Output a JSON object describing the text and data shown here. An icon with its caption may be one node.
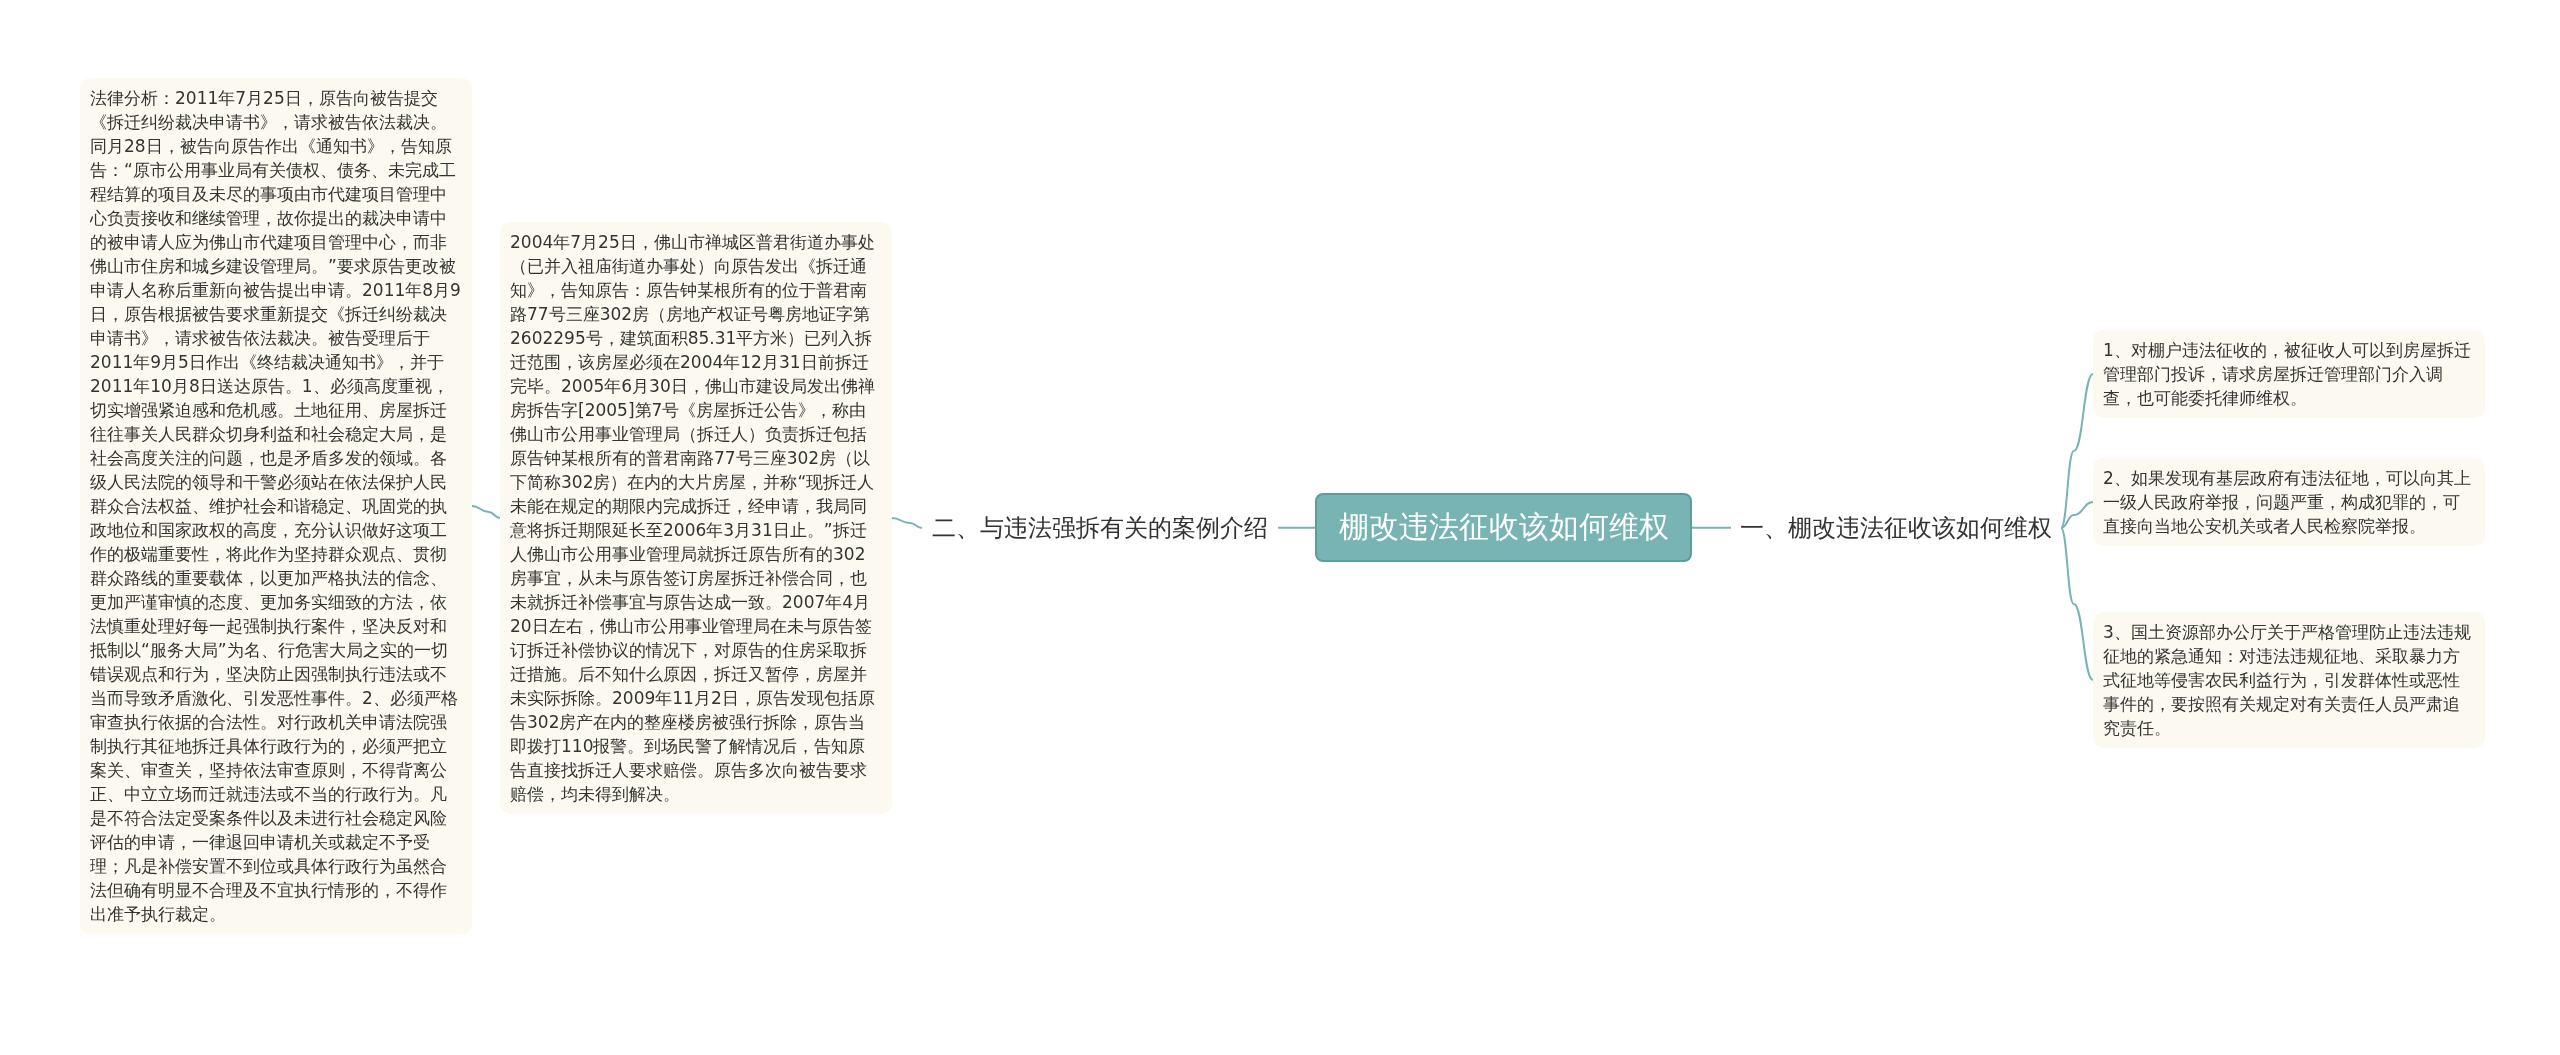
{
  "diagram": {
    "nodes": [
      {
        "text": [
          "棚改违法征收该如何维权"
        ]
      },
      {
        "text": [
          "一、棚改违法征收该如何维权"
        ]
      },
      {
        "text": [
          "1、对棚户违法征收的，被征收人可以到房屋拆迁管理部门投诉，请求房屋拆迁管理部门介入调查，也可能委托律师维权。"
        ]
      },
      {
        "text": [
          "2、如果发现有基层政府有违法征地，可以向其上一级人民政府举报，问题严重，构成犯罪的，可直接向当地公安机关或者人民检察院举报。"
        ]
      },
      {
        "text": [
          "3、国土资源部办公厅关于严格管理防止违法违规征地的紧急通知：对违法违规征地、采取暴力方式征地等侵害农民利益行为，引发群体性或恶性事件的，要按照有关规定对有关责任人员严肃追究责任。"
        ]
      },
      {
        "text": [
          "二、与违法强拆有关的案例介绍"
        ]
      },
      {
        "text": [
          "2004年7月25日，佛山市禅城区普君街道办事处（已并入祖庙街道办事处）向原告发出《拆迁通知》，告知原告：原告钟某根所有的位于普君南路77号三座302房（房地产权证号粤房地证字第2602295号，建筑面积85.31平方米）已列入拆迁范围，该房屋必须在2004年12月31日前拆迁完毕。2005年6月30日，佛山市建设局发出佛禅房拆告字[2005]第7号《房屋拆迁公告》，称由佛山市公用事业管理局（拆迁人）负责拆迁包括原告钟某根所有的普君南路77号三座302房（以下简称302房）在内的大片房屋，并称“现拆迁人未能在规定的期限内完成拆迁，经申请，我局同意将拆迁期限延长至2006年3月31日止。”拆迁人佛山市公用事业管理局就拆迁原告所有的302房事宜，从未与原告签订房屋拆迁补偿合同，也未就拆迁补偿事宜与原告达成一致。2007年4月20日左右，佛山市公用事业管理局在未与原告签订拆迁补偿协议的情况下，对原告的住房采取拆迁措施。后不知什么原因，拆迁又暂停，房屋并未实际拆除。2009年11月2日，原告发现包括原告302房产在内的整座楼房被强行拆除，原告当即拨打110报警。到场民警了解情况后，告知原告直接找拆迁人要求赔偿。原告多次向被告要求赔偿，均未得到解决。"
        ]
      },
      {
        "text": [
          "法律分析：2011年7月25日，原告向被告提交《拆迁纠纷裁决申请书》，请求被告依法裁决。同月28日，被告向原告作出《通知书》，告知原告：“原市公用事业局有关债权、债务、未完成工程结算的项目及未尽的事项由市代建项目管理中心负责接收和继续管理，故你提出的裁决申请中的被申请人应为佛山市代建项目管理中心，而非佛山市住房和城乡建设管理局。”要求原告更改被申请人名称后重新向被告提出申请。2011年8月9日，原告根据被告要求重新提交《拆迁纠纷裁决申请书》，请求被告依法裁决。被告受理后于2011年9月5日作出《终结裁决通知书》，并于2011年10月8日送达原告。1、必须高度重视，切实增强紧迫感和危机感。土地征用、房屋拆迁往往事关人民群众切身利益和社会稳定大局，是社会高度关注的问题，也是矛盾多发的领域。各级人民法院的领导和干警必须站在依法保护人民群众合法权益、维护社会和谐稳定、巩固党的执政地位和国家政权的高度，充分认识做好这项工作的极端重要性，将此作为坚持群众观点、贯彻群众路线的重要载体，以更加严格执法的信念、更加严谨审慎的态度、更加务实细致的方法，依法慎重处理好每一起强制执行案件，坚决反对和抵制以“服务大局”为名、行危害大局之实的一切错误观点和行为，坚决防止因强制执行违法或不当而导致矛盾激化、引发恶性事件。2、必须严格审查执行依据的合法性。对行政机关申请法院强制执行其征地拆迁具体行政行为的，必须严把立案关、审查关，坚持依法审查原则，不得背离公正、中立立场而迁就违法或不当的行政行为。凡是不符合法定受案条件以及未进行社会稳定风险评估的申请，一律退回申请机关或裁定不予受理；凡是补偿安置不到位或具体行政行为虽然合法但确有明显不合理及不宜执行情形的，不得作出准予执行裁定。"
        ]
      }
    ],
    "edges": [
      {
        "from": 0,
        "to": 1,
        "arrow": "none"
      },
      {
        "from": 1,
        "to": 2,
        "arrow": "none"
      },
      {
        "from": 1,
        "to": 3,
        "arrow": "none"
      },
      {
        "from": 1,
        "to": 4,
        "arrow": "none"
      },
      {
        "from": 0,
        "to": 5,
        "arrow": "none"
      },
      {
        "from": 5,
        "to": 6,
        "arrow": "none"
      },
      {
        "from": 6,
        "to": 7,
        "arrow": "none"
      }
    ]
  }
}
